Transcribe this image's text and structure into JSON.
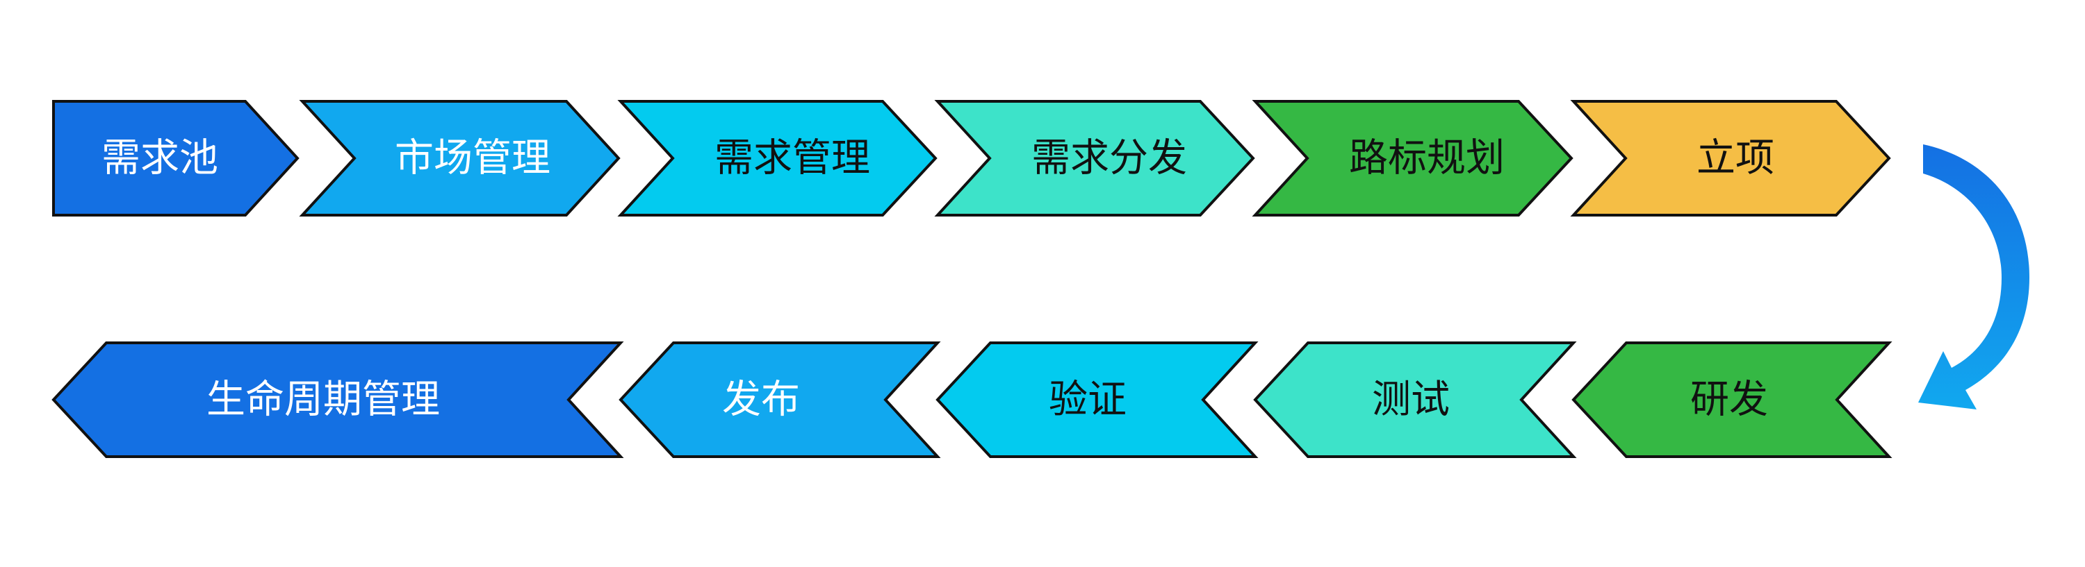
{
  "steps_row1": [
    {
      "label": "需求池",
      "fill": "#1470e3",
      "text_color": "#ffffff"
    },
    {
      "label": "市场管理",
      "fill": "#11a8ef",
      "text_color": "#ffffff"
    },
    {
      "label": "需求管理",
      "fill": "#03cbef",
      "text_color": "#111111"
    },
    {
      "label": "需求分发",
      "fill": "#3de3c9",
      "text_color": "#111111"
    },
    {
      "label": "路标规划",
      "fill": "#35b844",
      "text_color": "#111111"
    },
    {
      "label": "立项",
      "fill": "#f5be45",
      "text_color": "#111111"
    }
  ],
  "steps_row2": [
    {
      "label": "生命周期管理",
      "fill": "#1470e3",
      "text_color": "#ffffff"
    },
    {
      "label": "发布",
      "fill": "#11a8ef",
      "text_color": "#ffffff"
    },
    {
      "label": "验证",
      "fill": "#03cbef",
      "text_color": "#111111"
    },
    {
      "label": "测试",
      "fill": "#3de3c9",
      "text_color": "#111111"
    },
    {
      "label": "研发",
      "fill": "#35b844",
      "text_color": "#111111"
    }
  ],
  "connector": {
    "icon": "curved-arrow-icon",
    "color_start": "#1470e3",
    "color_end": "#11a8ef"
  }
}
